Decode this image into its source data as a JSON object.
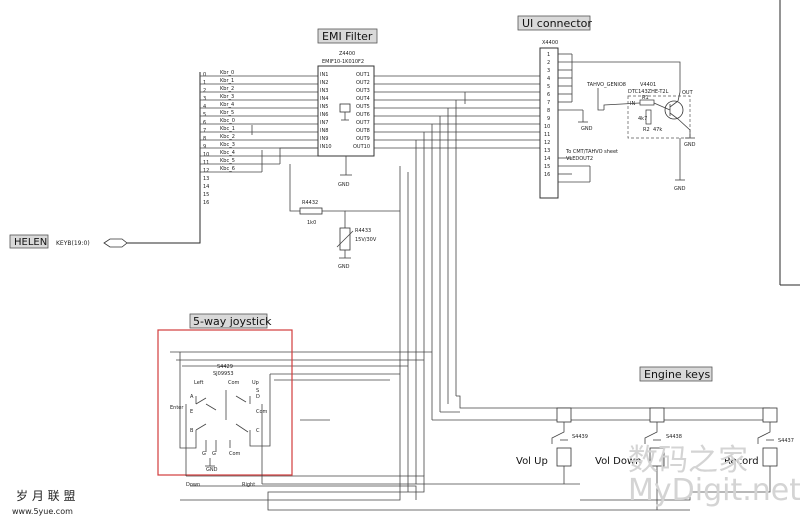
{
  "headers": {
    "emi_filter": "EMI Filter",
    "ui_connector": "UI connector",
    "joystick": "5-way joystick",
    "engine_keys": "Engine keys"
  },
  "helen": {
    "label": "HELEN",
    "bus": "KEYB(19:0)"
  },
  "bus_numbers": [
    "0",
    "1",
    "2",
    "3",
    "4",
    "5",
    "6",
    "7",
    "8",
    "9",
    "10",
    "11",
    "12",
    "13",
    "14",
    "15",
    "16"
  ],
  "bus_signals": [
    "Kbr_0",
    "Kbr_1",
    "Kbr_2",
    "Kbr_3",
    "Kbr_4",
    "Kbr_5",
    "Kbc_0",
    "Kbc_1",
    "Kbc_2",
    "Kbc_3",
    "Kbc_4",
    "Kbc_5",
    "Kbc_6"
  ],
  "emi": {
    "ref": "Z4400",
    "part": "EMIF10-1K010F2",
    "inputs": [
      "IN1",
      "IN2",
      "IN3",
      "IN4",
      "IN5",
      "IN6",
      "IN7",
      "IN8",
      "IN9",
      "IN10"
    ],
    "outputs": [
      "OUT1",
      "OUT2",
      "OUT3",
      "OUT4",
      "OUT5",
      "OUT6",
      "OUT7",
      "OUT8",
      "OUT9",
      "OUT10"
    ],
    "gnd": "GND"
  },
  "connector": {
    "ref": "X4400",
    "pins": [
      "1",
      "2",
      "3",
      "4",
      "5",
      "6",
      "7",
      "8",
      "9",
      "10",
      "11",
      "12",
      "13",
      "14",
      "15",
      "16"
    ],
    "note_tahvo_gen": "TAHVO_GENIO8",
    "note_cmt": "To CMT/TAHVO sheet",
    "note_vled": "VLEDOUT2",
    "gnd": "GND"
  },
  "transistor": {
    "ref": "V4401",
    "part": "DTC143ZHE-T2L",
    "r1": "R1",
    "r2": "R2",
    "r1_val": "4k7",
    "r2_val": "47k",
    "pin_in": "IN",
    "pin_out": "OUT",
    "gnd": "GND"
  },
  "resistors": {
    "r4432_ref": "R4432",
    "r4432_val": "1k0",
    "r4433_ref": "R4433",
    "r4433_val": "15V/30V",
    "gnd": "GND"
  },
  "joystick": {
    "ref": "S4429",
    "part": "SJ09953",
    "left": "Left",
    "up": "Up",
    "com_top": "Com",
    "enter": "Enter",
    "com_right": "Com",
    "com_bottom": "Com",
    "pin_a": "A",
    "pin_d": "D",
    "pin_e": "E",
    "pin_b": "B",
    "pin_c": "C",
    "pin_g1": "G",
    "pin_g2": "G",
    "pin_s": "S",
    "gnd": "GND",
    "down": "Down",
    "right": "Right"
  },
  "engine": {
    "s1_ref": "S4439",
    "s2_ref": "S4438",
    "s3_ref": "S4437",
    "vol_up": "Vol Up",
    "vol_down": "Vol Down",
    "record": "Record"
  },
  "watermarks": {
    "site_cn": "岁 月 联 盟",
    "site_url": "www.5yue.com",
    "brand_cn": "数码之家",
    "brand_url": "MyDigit.net"
  }
}
